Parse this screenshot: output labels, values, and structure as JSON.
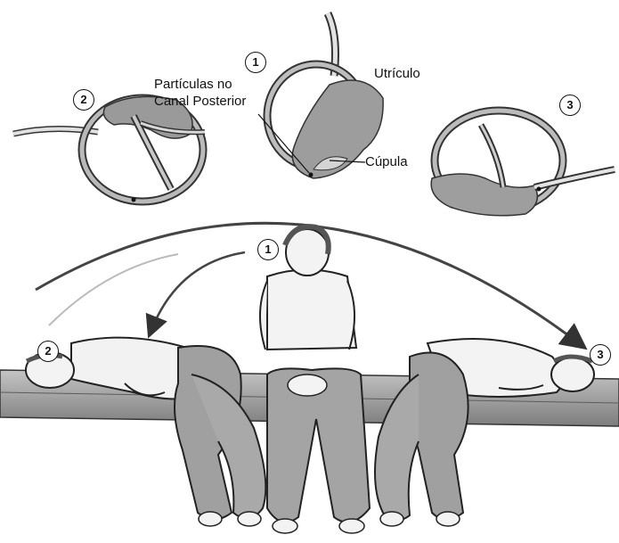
{
  "labels": {
    "particles_line1": "Partículas no",
    "particles_line2": "Canal Posterior",
    "utricle": "Utrículo",
    "cupula": "Cúpula"
  },
  "markers": {
    "top_left": "2",
    "top_center": "1",
    "top_right": "3",
    "seated": "1",
    "lying_left": "2",
    "lying_right": "3"
  },
  "colors": {
    "line": "#222222",
    "ring": "#8c8c8c",
    "organ": "#9c9c9c",
    "skin": "#f2f2f2",
    "pants": "#a0a0a0",
    "bench": "#8f8f8f"
  }
}
